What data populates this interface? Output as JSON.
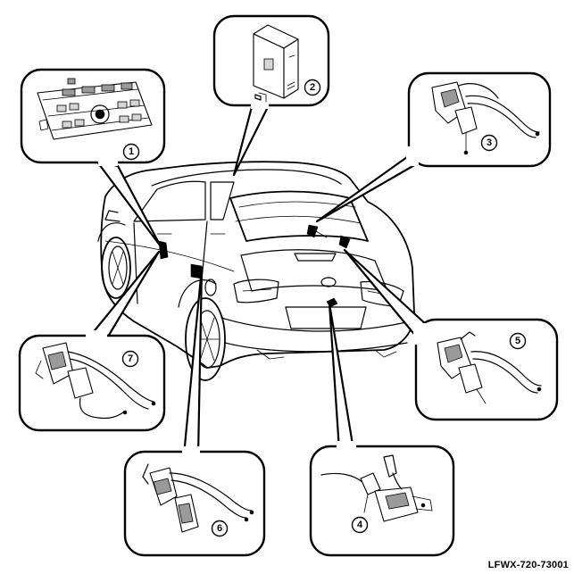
{
  "figure_code": "LFWX-720-73001",
  "callouts": [
    {
      "number": "1",
      "part_icon": "audio-head-unit-icon"
    },
    {
      "number": "2",
      "part_icon": "control-module-icon"
    },
    {
      "number": "3",
      "part_icon": "rear-door-lock-actuator-icon"
    },
    {
      "number": "4",
      "part_icon": "trunk-lid-latch-icon"
    },
    {
      "number": "5",
      "part_icon": "rear-door-lock-actuator-icon"
    },
    {
      "number": "6",
      "part_icon": "front-door-lock-actuator-icon"
    },
    {
      "number": "7",
      "part_icon": "front-door-lock-actuator-icon"
    }
  ]
}
